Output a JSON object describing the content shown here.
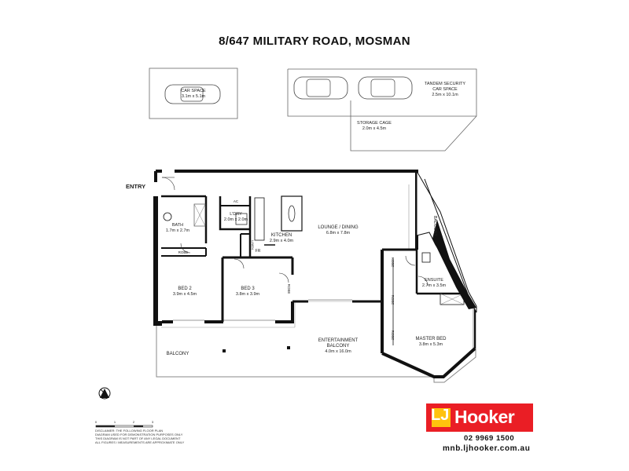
{
  "title": "8/647 MILITARY ROAD, MOSMAN",
  "parking": {
    "car_space": {
      "name": "CAR SPACE",
      "size": "3.1m x 5.1m"
    },
    "tandem": {
      "name": "TANDEM SECURITY",
      "name2": "CAR SPACE",
      "size": "2.5m x 10.1m"
    },
    "storage": {
      "name": "STORAGE CAGE",
      "size": "2.0m x 4.5m"
    }
  },
  "rooms": {
    "entry": "ENTRY",
    "bath": {
      "name": "BATH",
      "size": "1.7m x 2.7m"
    },
    "ac": "AC",
    "ldry": {
      "name": "L'DRY",
      "size": "2.0m x 2.0m"
    },
    "linen": "LINEN",
    "fr": "FR",
    "kitchen": {
      "name": "KITCHEN",
      "size": "2.9m x 4.0m"
    },
    "lounge": {
      "name": "LOUNGE / DINING",
      "size": "6.8m x 7.8m"
    },
    "balcony_right": "BALCONY",
    "robe": "ROBE",
    "bed2": {
      "name": "BED 2",
      "size": "3.9m x 4.5m"
    },
    "bed3": {
      "name": "BED 3",
      "size": "3.8m x 3.9m"
    },
    "ensuite": {
      "name": "ENSUITE",
      "size": "2.7m x 3.5m"
    },
    "master": {
      "name": "MASTER BED",
      "size": "3.8m x 5.3m"
    },
    "ent_balcony": {
      "name": "ENTERTAINMENT",
      "name2": "BALCONY",
      "size": "4.0m x 16.0m"
    },
    "balcony_left": "BALCONY"
  },
  "scale": {
    "labels": [
      "0",
      "1",
      "2",
      "3"
    ]
  },
  "disclaimer": [
    "DISCLAIMER: THE FOLLOWING FLOOR PLAN",
    "DIAGRAM USED FOR DEMONSTRATION PURPOSES ONLY",
    "THIS DIAGRAM IS NOT PART OF ANY LEGAL DOCUMENT",
    "ALL FIGURES / MEASUREMENTS ARE APPROXIMATE ONLY"
  ],
  "agency": {
    "lj": "LJ",
    "hooker": "Hooker",
    "phone": "02 9969 1500",
    "website": "mnb.ljhooker.com.au",
    "colors": {
      "red": "#ea1e25",
      "yellow": "#ffc20e"
    }
  }
}
